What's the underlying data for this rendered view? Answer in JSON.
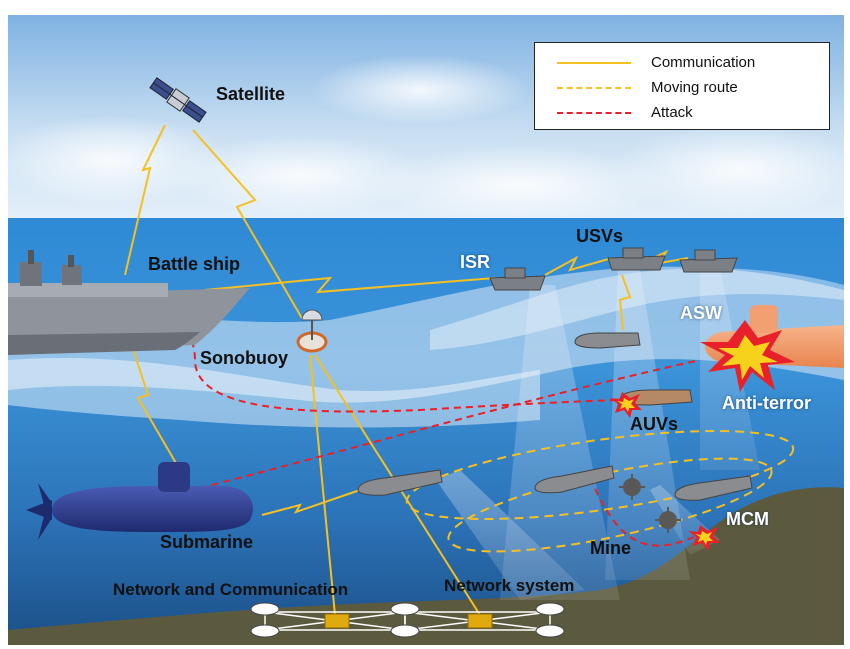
{
  "legend": {
    "communication": "Communication",
    "moving_route": "Moving route",
    "attack": "Attack"
  },
  "labels": {
    "satellite": "Satellite",
    "battle_ship": "Battle ship",
    "isr": "ISR",
    "usvs": "USVs",
    "asw": "ASW",
    "sonobuoy": "Sonobuoy",
    "anti_terror": "Anti-terror",
    "auvs": "AUVs",
    "mcm": "MCM",
    "mine": "Mine",
    "submarine": "Submarine",
    "network_and_communication": "Network and Communication",
    "network_system": "Network system"
  },
  "colors": {
    "communication": "#f5c021",
    "moving_route": "#f5c021",
    "attack": "#e8202a",
    "sky": "#bcd6ee",
    "sea_surface": "#2e86d0",
    "deep_sea": "#1f5f9e",
    "seabed": "#5c5a3e"
  }
}
